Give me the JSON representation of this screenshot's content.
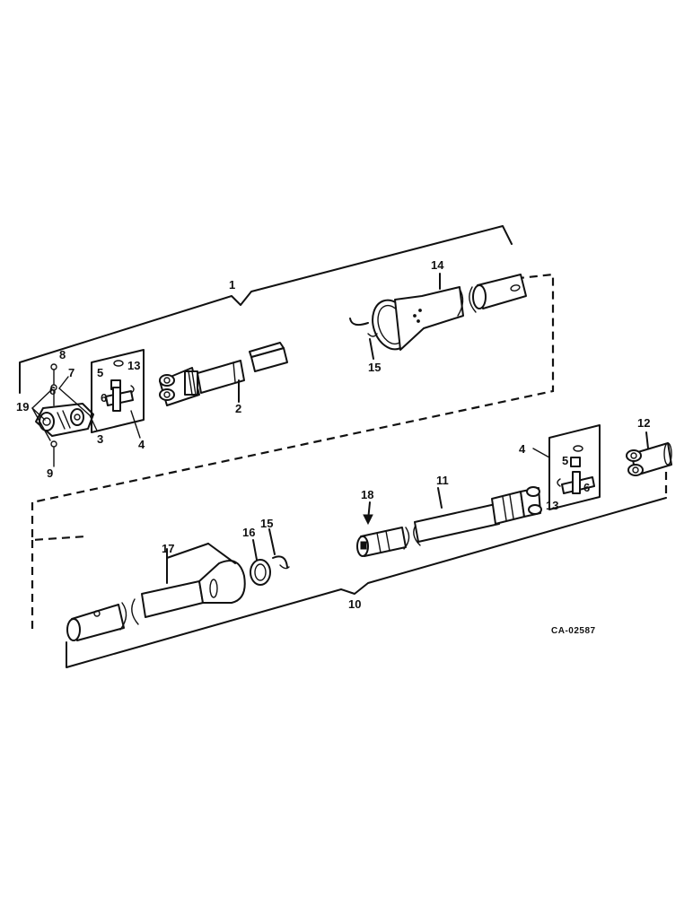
{
  "drawing_code": "CA-02587",
  "labels": {
    "l1": "1",
    "l2": "2",
    "l3": "3",
    "l4a": "4",
    "l4b": "4",
    "l5a": "5",
    "l5b": "5",
    "l6a": "6",
    "l6b": "6",
    "l6c": "6",
    "l7": "7",
    "l8": "8",
    "l9": "9",
    "l10": "10",
    "l11": "11",
    "l12": "12",
    "l13a": "13",
    "l13b": "13",
    "l14": "14",
    "l15a": "15",
    "l15b": "15",
    "l16": "16",
    "l17": "17",
    "l18": "18",
    "l19": "19"
  }
}
